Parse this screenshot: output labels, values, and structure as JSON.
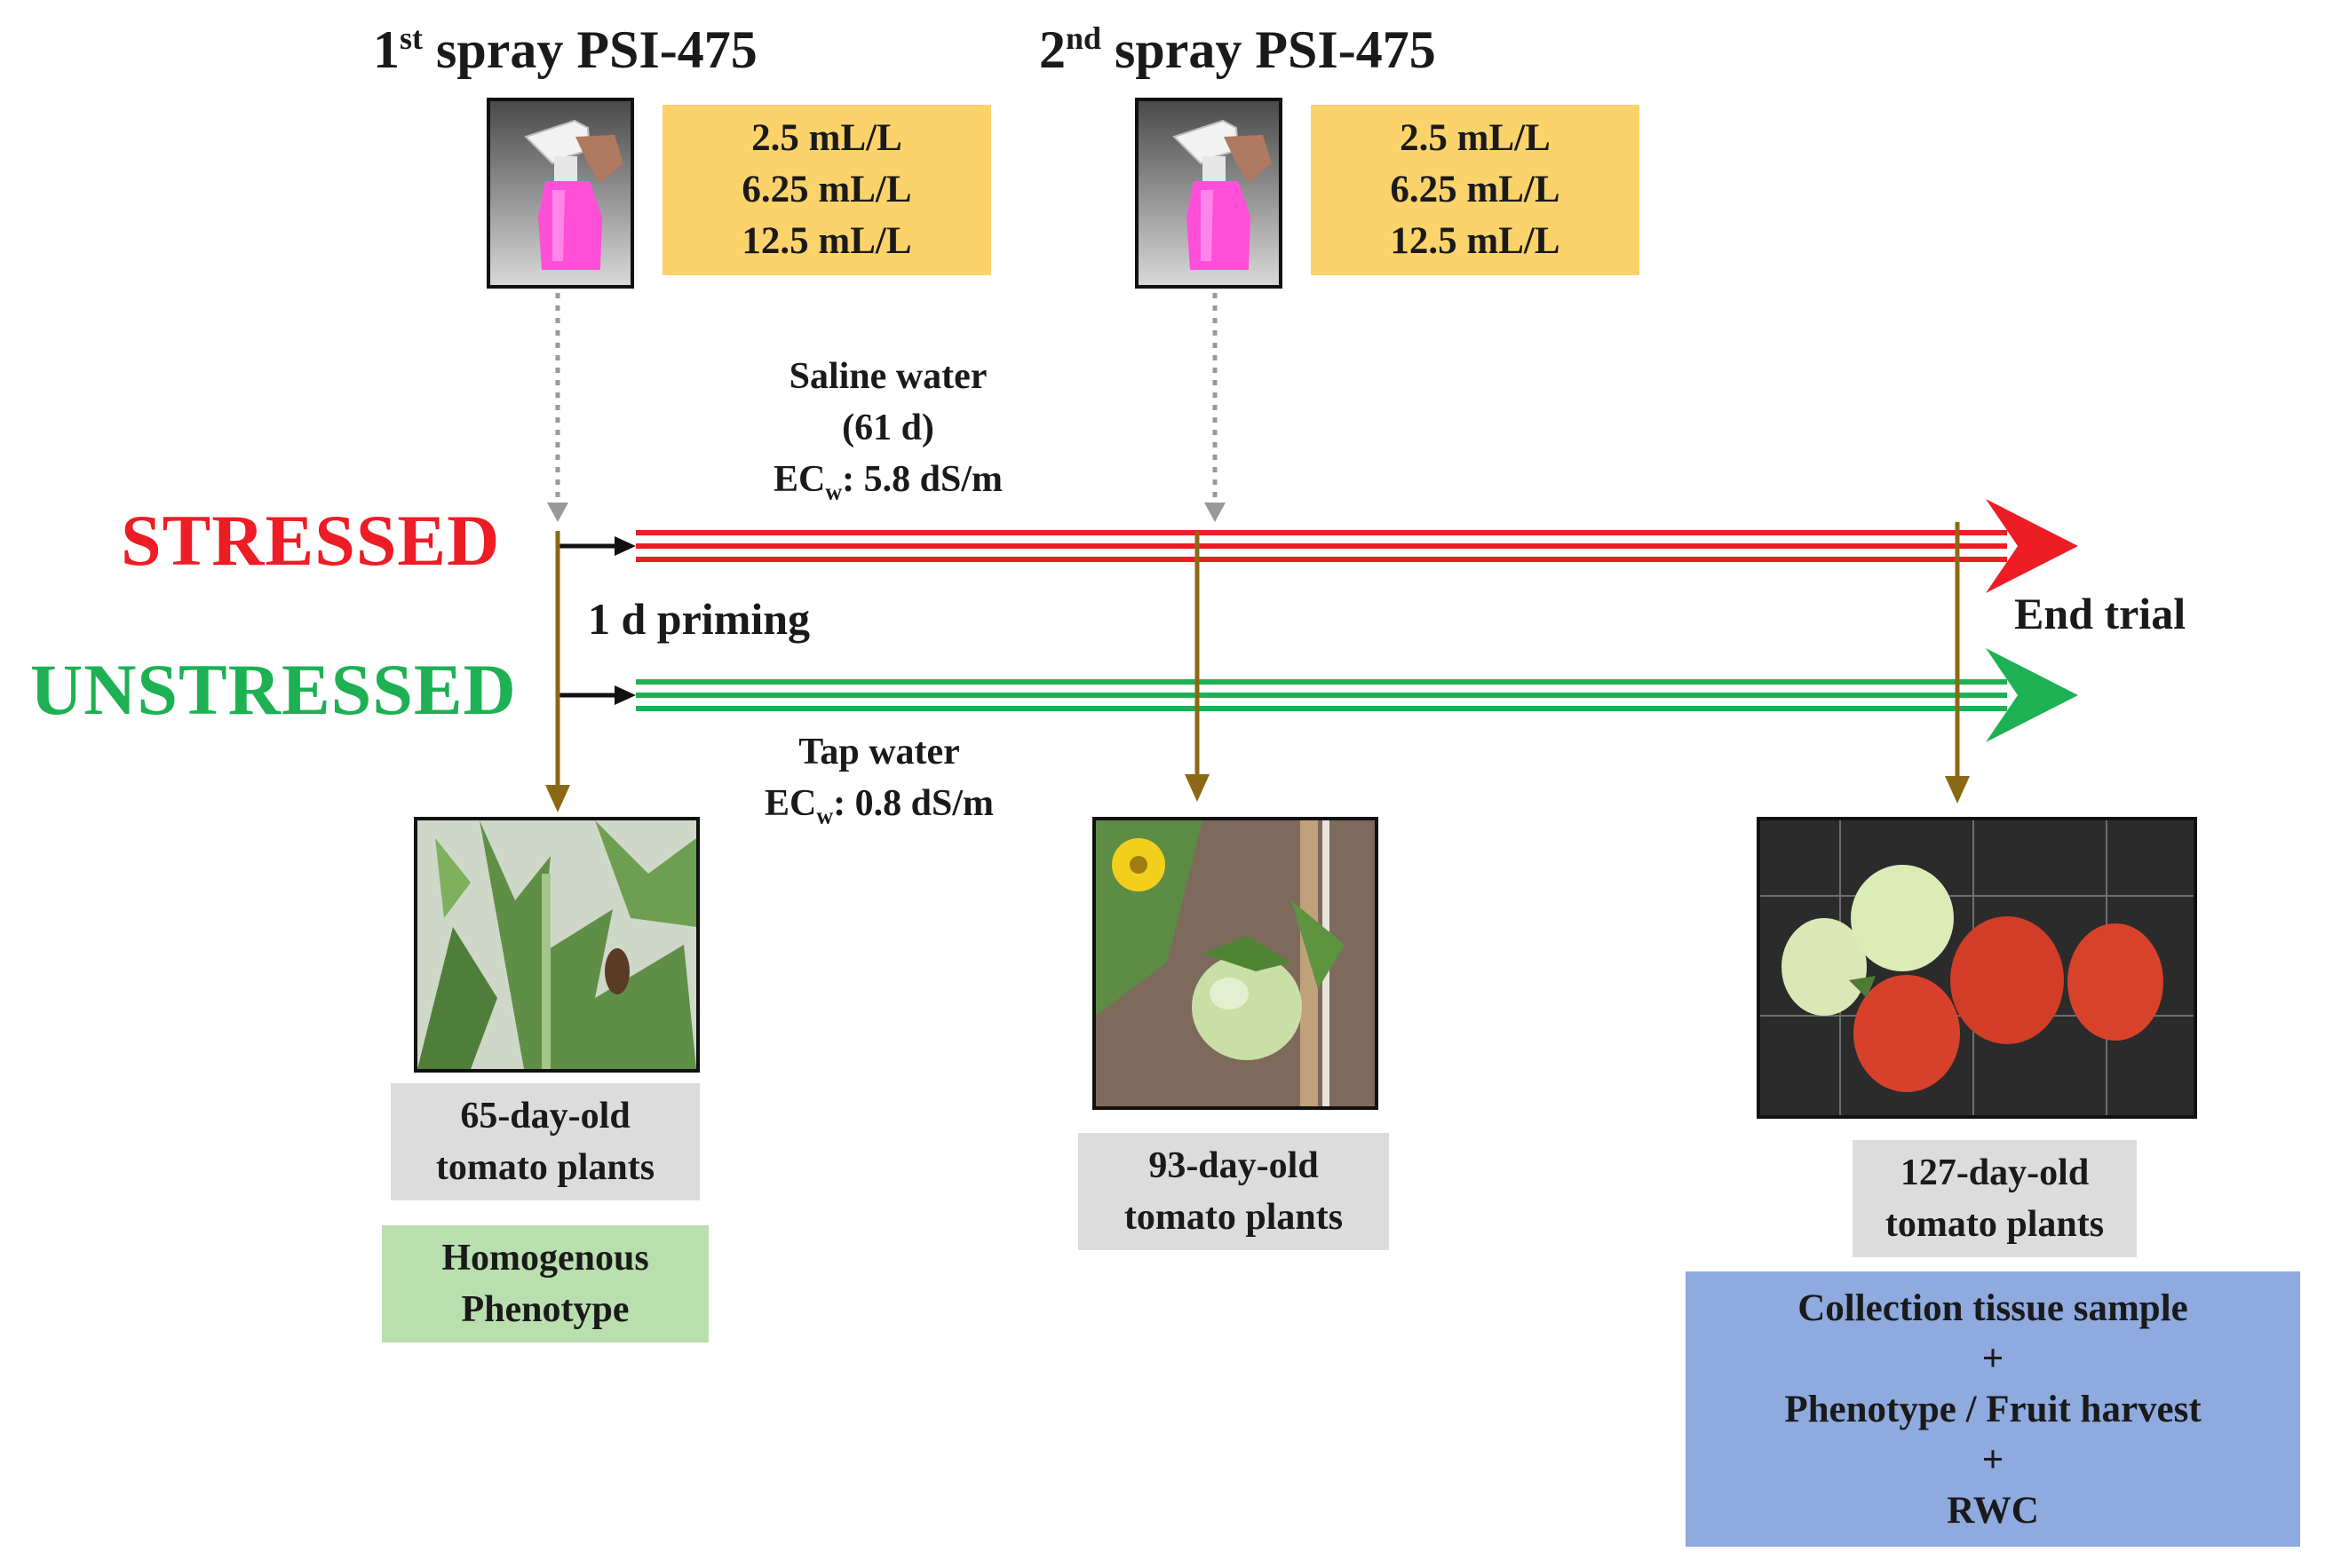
{
  "spray1": {
    "prefix": "1",
    "sup": "st",
    "rest": " spray PSI-475"
  },
  "spray2": {
    "prefix": "2",
    "sup": "nd",
    "rest": " spray PSI-475"
  },
  "doses1": [
    "2.5 mL/L",
    "6.25 mL/L",
    "12.5 mL/L"
  ],
  "doses2": [
    "2.5 mL/L",
    "6.25 mL/L",
    "12.5 mL/L"
  ],
  "stressed": {
    "label": "STRESSED",
    "color": "#ee1c24"
  },
  "unstressed": {
    "label": "UNSTRESSED",
    "color": "#1db153"
  },
  "saline": {
    "line1": "Saline water",
    "line2": "(61 d)",
    "ec_prefix": "EC",
    "ec_sub": "w",
    "ec_value": ": 5.8 dS/m"
  },
  "tap": {
    "line1": "Tap water",
    "ec_prefix": "EC",
    "ec_sub": "w",
    "ec_value": ": 0.8 dS/m"
  },
  "priming": "1 d priming",
  "end_trial": "End trial",
  "stage1": {
    "line1": "65-day-old",
    "line2": "tomato plants"
  },
  "stage2": {
    "line1": "93-day-old",
    "line2": "tomato plants"
  },
  "stage3": {
    "line1": "127-day-old",
    "line2": "tomato plants"
  },
  "homogenous": {
    "line1": "Homogenous",
    "line2": "Phenotype"
  },
  "final_box": {
    "line1": "Collection tissue sample",
    "plus1": "+",
    "line2": "Phenotype / Fruit harvest",
    "plus2": "+",
    "line3": "RWC"
  },
  "colors": {
    "dose_box": "#fcd36b",
    "stage_box": "#dcdcdc",
    "phenotype_box": "#b9dfae",
    "final_box": "#8eaadf",
    "timeline_arrow": "#8b6914"
  }
}
